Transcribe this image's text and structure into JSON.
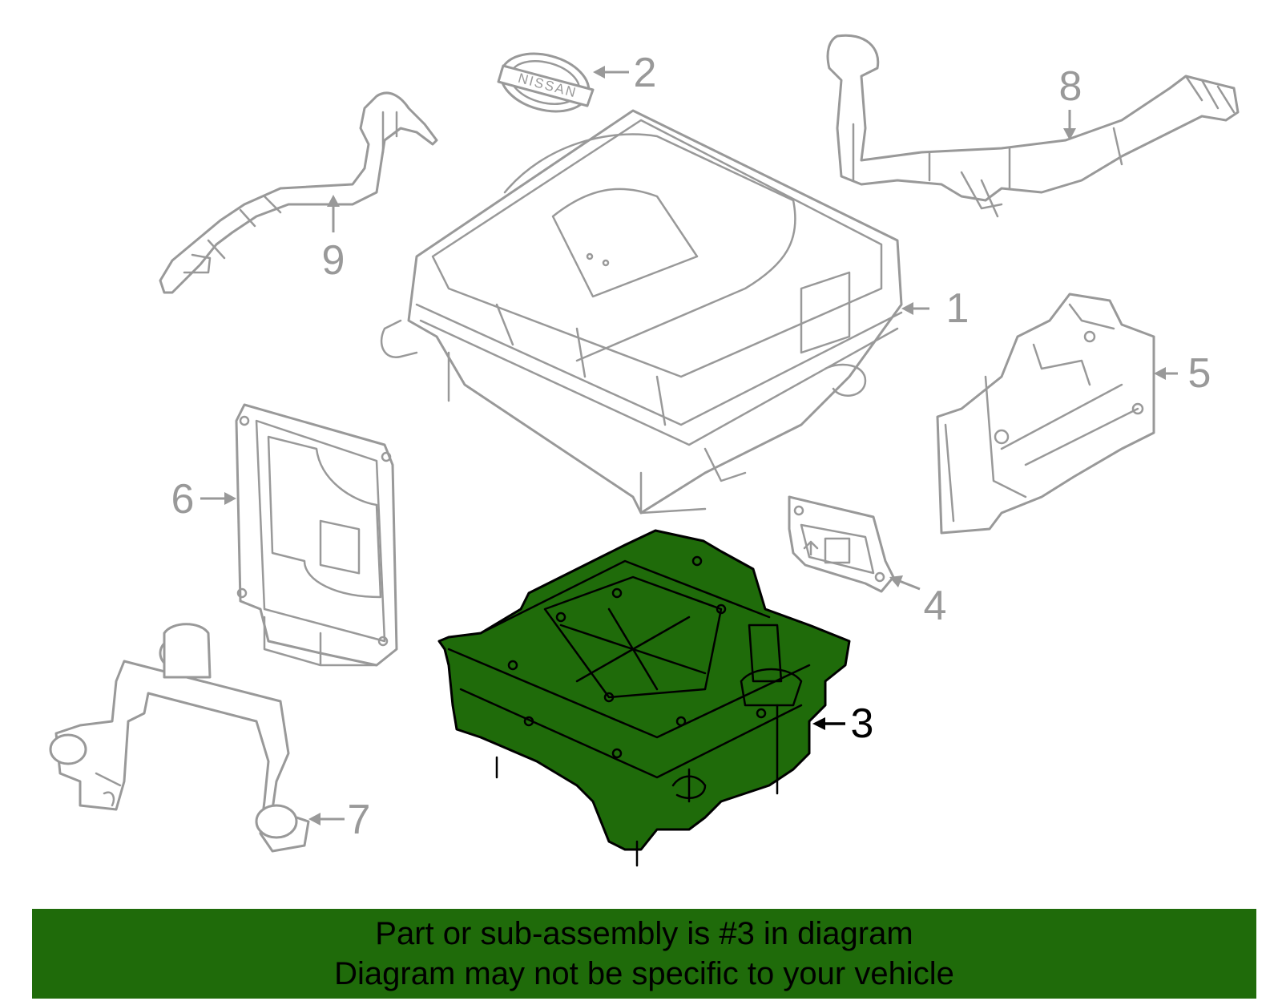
{
  "diagram": {
    "highlight_color": "#1f6b0a",
    "outline_color": "#999999",
    "highlight_outline_color": "#000000",
    "emblem_text": "NISSAN",
    "callouts": [
      {
        "id": "1",
        "label": "1",
        "highlighted": false
      },
      {
        "id": "2",
        "label": "2",
        "highlighted": false
      },
      {
        "id": "3",
        "label": "3",
        "highlighted": true
      },
      {
        "id": "4",
        "label": "4",
        "highlighted": false
      },
      {
        "id": "5",
        "label": "5",
        "highlighted": false
      },
      {
        "id": "6",
        "label": "6",
        "highlighted": false
      },
      {
        "id": "7",
        "label": "7",
        "highlighted": false
      },
      {
        "id": "8",
        "label": "8",
        "highlighted": false
      },
      {
        "id": "9",
        "label": "9",
        "highlighted": false
      }
    ]
  },
  "banner": {
    "background": "#1f6b0a",
    "line1": "Part or sub-assembly is #3 in diagram",
    "line2": "Diagram may not be specific to your vehicle"
  }
}
